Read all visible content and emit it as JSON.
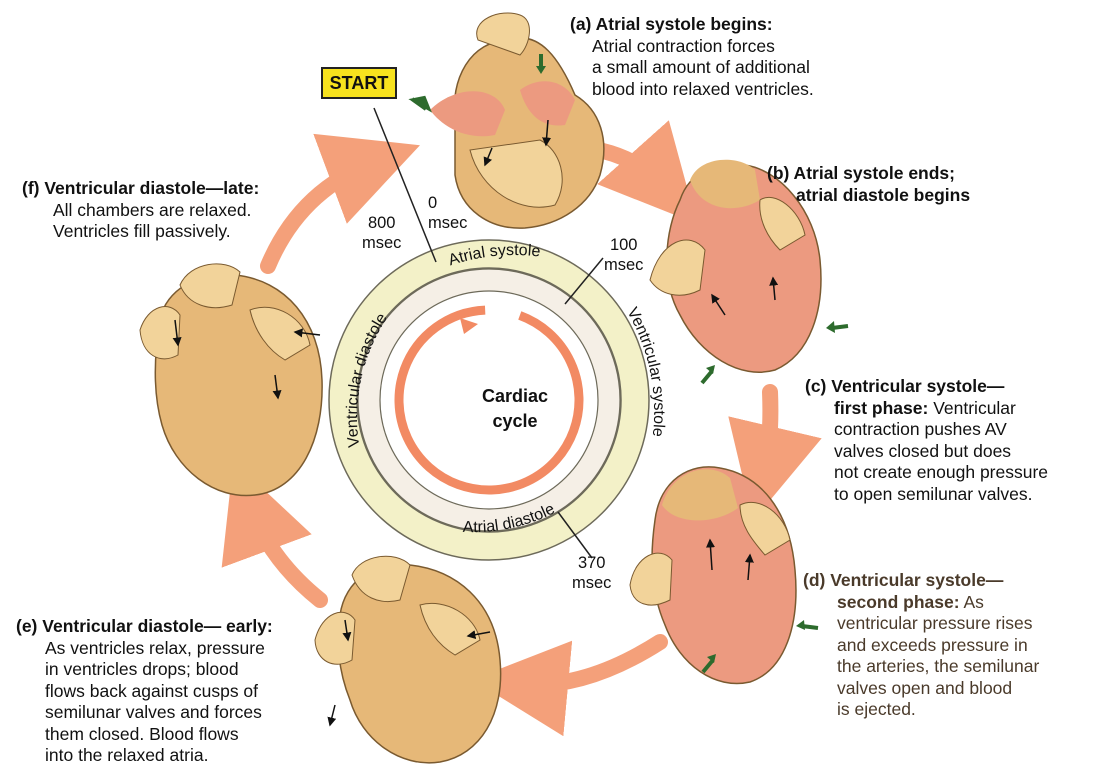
{
  "start_label": "START",
  "center_label": [
    "Cardiac",
    "cycle"
  ],
  "ring_labels": {
    "atrial_systole": "Atrial systole",
    "ventricular_systole": "Ventricular systole",
    "atrial_diastole": "Atrial diastole",
    "ventricular_diastole": "Ventricular diastole"
  },
  "timings": {
    "t0": [
      "0",
      "msec"
    ],
    "t100": [
      "100",
      "msec"
    ],
    "t370": [
      "370",
      "msec"
    ],
    "t800": [
      "800",
      "msec"
    ]
  },
  "stages": {
    "a": {
      "heading": "(a) Atrial systole begins:",
      "lines": [
        "Atrial contraction forces",
        "a small amount of additional",
        "blood into relaxed ventricles."
      ]
    },
    "b": {
      "heading_lines": [
        "(b) Atrial systole ends;",
        "atrial diastole begins"
      ]
    },
    "c": {
      "heading": "(c) Ventricular systole—",
      "sub": "first phase:",
      "lines": [
        " Ventricular",
        "contraction pushes AV",
        "valves closed but does",
        "not create enough pressure",
        "to open semilunar valves."
      ]
    },
    "d": {
      "heading": "(d) Ventricular systole—",
      "sub": "second phase:",
      "lines": [
        " As",
        "ventricular pressure rises",
        "and exceeds pressure in",
        "the arteries, the semilunar",
        "valves open and blood",
        "is ejected."
      ]
    },
    "e": {
      "heading": "(e) Ventricular diastole— early:",
      "lines": [
        "As ventricles relax, pressure",
        "in ventricles drops; blood",
        "flows back against cusps of",
        "semilunar valves and forces",
        "them closed. Blood flows",
        "into the relaxed atria."
      ]
    },
    "f": {
      "heading": "(f)  Ventricular diastole—late:",
      "lines": [
        "All chambers are relaxed.",
        "Ventricles fill passively."
      ]
    }
  },
  "colors": {
    "arrow": "#f4a07a",
    "ring_outer": "#f3f1c8",
    "ring_inner": "#f5efe6",
    "heart_tan": "#e6b878",
    "heart_light": "#f2d39a",
    "heart_pink": "#ec9a80",
    "green_arrow": "#2d6b2d",
    "start_bg": "#f7e21e"
  }
}
